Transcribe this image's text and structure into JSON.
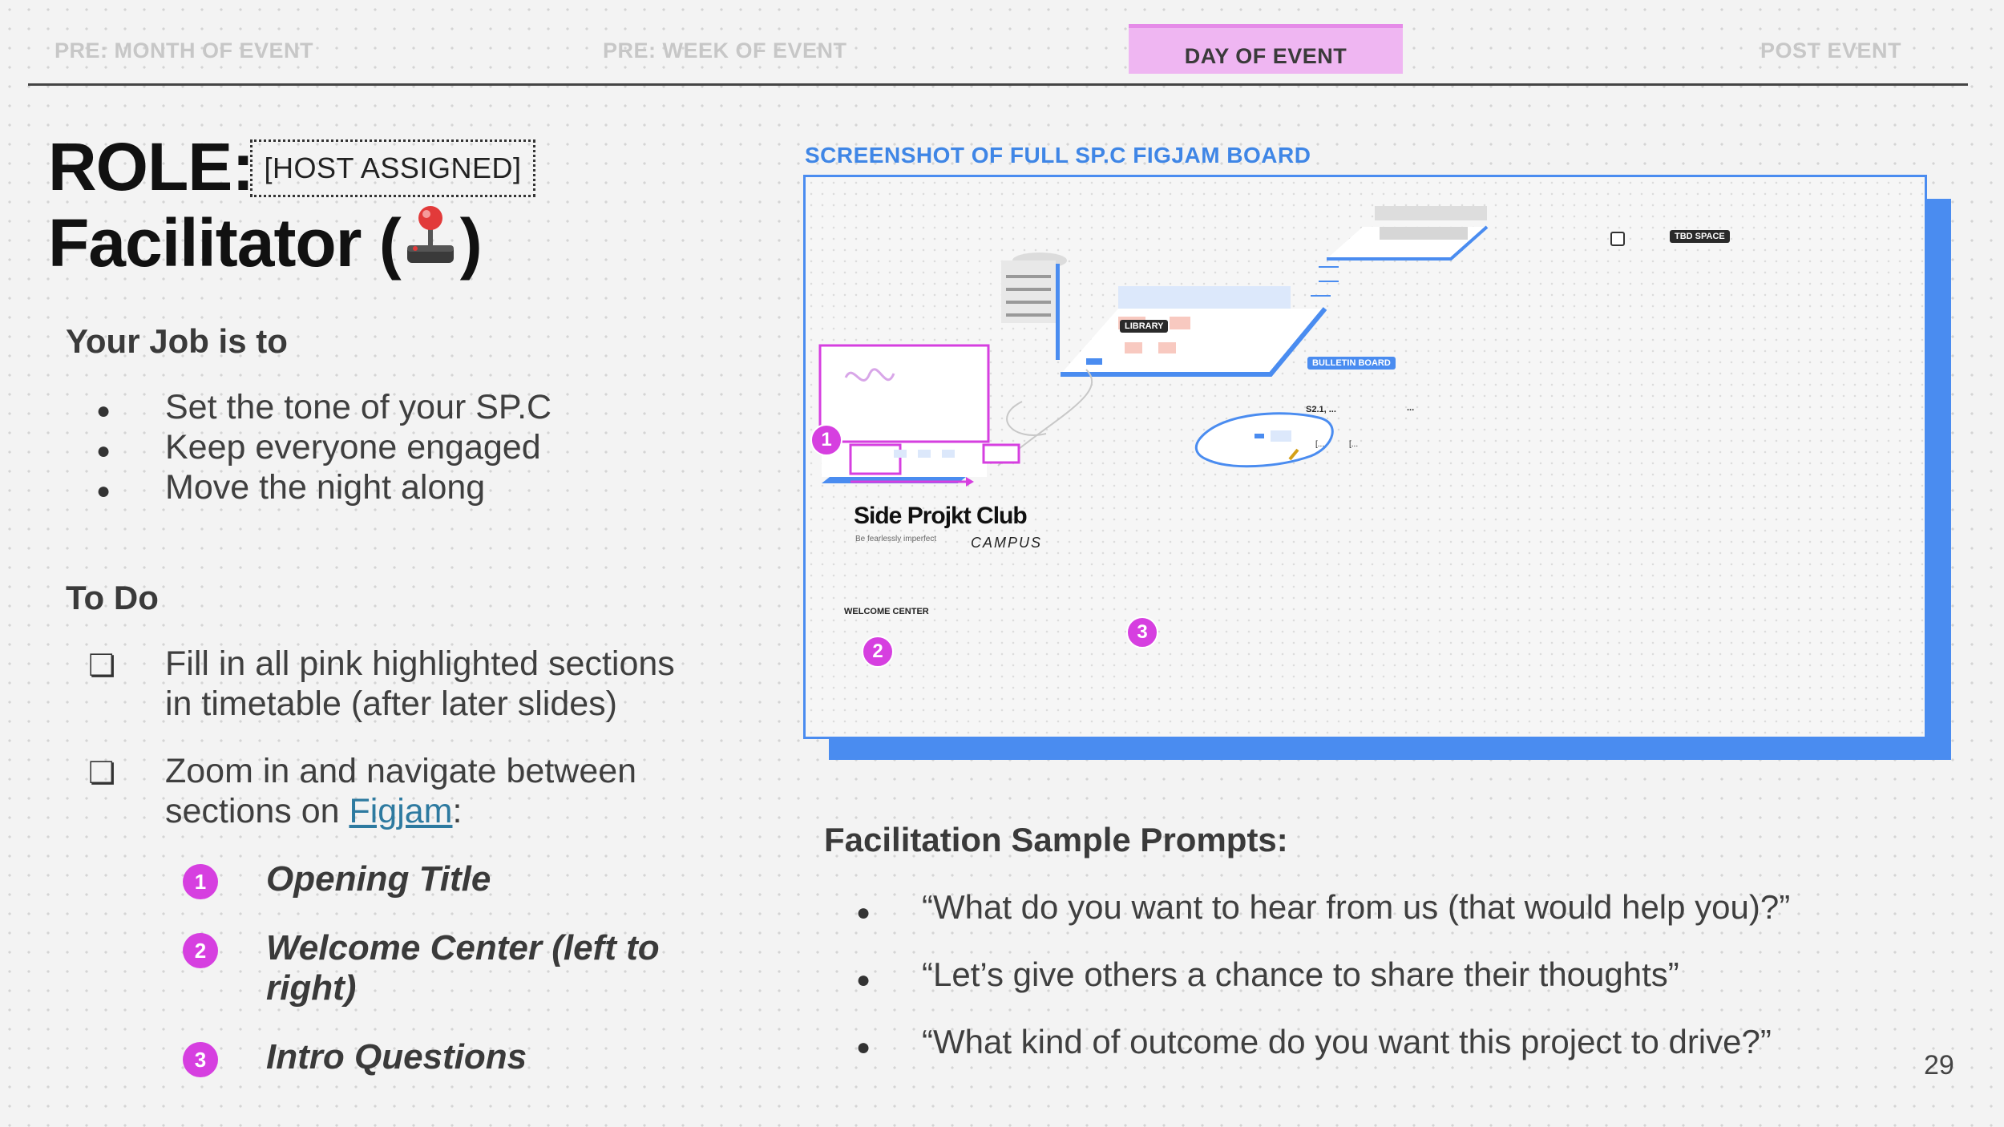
{
  "nav": {
    "phases": [
      {
        "label": "PRE: MONTH OF EVENT"
      },
      {
        "label": "PRE: WEEK OF EVENT"
      },
      {
        "label": "DAY OF EVENT"
      },
      {
        "label": "POST EVENT"
      }
    ],
    "active_index": 2
  },
  "title": {
    "role_prefix": "ROLE:",
    "host_tag": "[HOST ASSIGNED]",
    "role_name": "Facilitator",
    "role_open": "(",
    "role_close": ")",
    "emoji_icon": "joystick-icon"
  },
  "job": {
    "heading": "Your Job is to",
    "bullets": [
      "Set the tone of your SP.C",
      "Keep everyone engaged",
      "Move the night along"
    ]
  },
  "todo": {
    "heading": "To Do",
    "item1": {
      "line1": "Fill in all pink highlighted sections",
      "line2": "in timetable (after later slides)"
    },
    "item2": {
      "line1": "Zoom in and navigate between",
      "line2_prefix": "sections on ",
      "link_text": "Figjam",
      "line2_suffix": ":"
    },
    "sections": [
      {
        "number": "1",
        "label": "Opening Title"
      },
      {
        "number": "2",
        "label": "Welcome Center (left to",
        "label_cont": "right)"
      },
      {
        "number": "3",
        "label": "Intro Questions"
      }
    ]
  },
  "screenshot": {
    "label": "SCREENSHOT OF FULL SP.C FIGJAM BOARD",
    "tbd_space": "TBD SPACE",
    "library": "LIBRARY",
    "bulletin_board": "BULLETIN BOARD",
    "card_s21": "S2.1, ...",
    "card_dots": "...",
    "card_b1": "[...",
    "card_b2": "[...",
    "club_name": "Side Projkt Club",
    "tagline": "Be fearlessly imperfect",
    "campus": "CAMPUS",
    "welcome_center": "WELCOME CENTER",
    "badges": [
      "1",
      "2",
      "3"
    ],
    "accent_color": "#4a8cf0",
    "highlight_color": "#d63fe0"
  },
  "prompts": {
    "heading": "Facilitation Sample Prompts:",
    "items": [
      "“What do you want to hear from us (that would help you)?”",
      "“Let’s give others a chance to share their thoughts”",
      "“What kind of outcome do you want this project to drive?”"
    ]
  },
  "page_number": "29"
}
